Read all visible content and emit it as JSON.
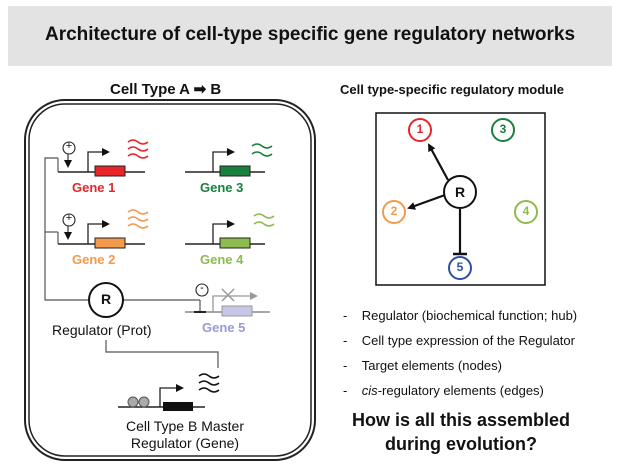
{
  "title": "Architecture of cell-type specific gene regulatory networks",
  "left": {
    "heading_prefix": "Cell Type A",
    "heading_arrow": "➡",
    "heading_suffix": "B",
    "genes": [
      {
        "label": "Gene 1",
        "color": "#e8262a"
      },
      {
        "label": "Gene 2",
        "color": "#f39a4c"
      },
      {
        "label": "Gene 3",
        "color": "#19803e"
      },
      {
        "label": "Gene 4",
        "color": "#8dbb4f"
      },
      {
        "label": "Gene 5",
        "color": "#9a9ad6"
      }
    ],
    "plus_sign": "+",
    "minus_sign": "-",
    "regulator_letter": "R",
    "regulator_label": "Regulator (Prot)",
    "master_label_line1": "Cell Type B Master",
    "master_label_line2": "Regulator (Gene)"
  },
  "right": {
    "heading": "Cell type-specific regulatory module",
    "nodes": [
      {
        "label": "1",
        "color": "#e8262a"
      },
      {
        "label": "2",
        "color": "#f39a4c"
      },
      {
        "label": "3",
        "color": "#19803e"
      },
      {
        "label": "4",
        "color": "#8dbb4f"
      },
      {
        "label": "5",
        "color": "#2e4fa0"
      }
    ],
    "hub": "R",
    "bullets": [
      {
        "prefix": "",
        "italic": "",
        "text": "Regulator (biochemical function; hub)"
      },
      {
        "prefix": "",
        "italic": "",
        "text": "Cell type expression of the Regulator"
      },
      {
        "prefix": "",
        "italic": "",
        "text": "Target elements (nodes)"
      },
      {
        "prefix": "",
        "italic": "cis",
        "text": "-regulatory elements (edges)"
      }
    ],
    "bullet_marker": "-",
    "question_line1": "How is all this assembled",
    "question_line2": "during evolution?"
  }
}
